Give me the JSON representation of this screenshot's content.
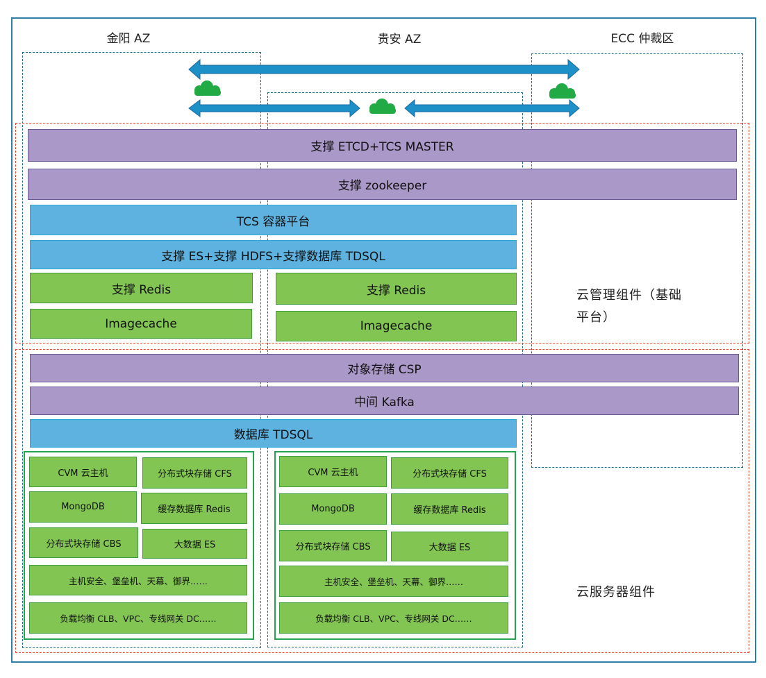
{
  "zones": {
    "jinyang": "金阳 AZ",
    "guian": "贵安 AZ",
    "ecc": "ECC 仲裁区"
  },
  "sections": {
    "platform": "云管理组件（基础平台）",
    "platform_line1": "云管理组件（基础",
    "platform_line2": "平台）",
    "server": "云服务器组件"
  },
  "platform_bars": {
    "etcd": "支撑 ETCD+TCS MASTER",
    "zookeeper": "支撑 zookeeper",
    "tcs": "TCS 容器平台",
    "es_hdfs": "支撑 ES+支撑 HDFS+支撑数据库 TDSQL",
    "redis_left": "支撑 Redis",
    "redis_right": "支撑 Redis",
    "imagecache_left": "Imagecache",
    "imagecache_right": "Imagecache"
  },
  "server_bars": {
    "csp": "对象存储 CSP",
    "kafka": "中间 Kafka",
    "tdsql": "数据库 TDSQL"
  },
  "tiles_left": {
    "cvm": "CVM 云主机",
    "cfs": "分布式块存储 CFS",
    "mongodb": "MongoDB",
    "redis": "缓存数据库 Redis",
    "cbs": "分布式块存储 CBS",
    "es": "大数据 ES",
    "security": "主机安全、堡垒机、天幕、御界……",
    "network": "负载均衡 CLB、VPC、专线网关 DC……"
  },
  "tiles_right": {
    "cvm": "CVM 云主机",
    "cfs": "分布式块存储 CFS",
    "mongodb": "MongoDB",
    "redis": "缓存数据库 Redis",
    "cbs": "分布式块存储 CBS",
    "es": "大数据 ES",
    "security": "主机安全、堡垒机、天幕、御界……",
    "network": "负载均衡 CLB、VPC、专线网关 DC……"
  },
  "icons": {
    "cloud": "cloud-icon",
    "arrow": "double-arrow-icon"
  },
  "colors": {
    "frame": "#2f7ea6",
    "purple": "#aa98c8",
    "blue": "#5eb2e0",
    "green": "#82c552",
    "red_dash": "#e8492c",
    "arrow": "#1e90c8",
    "cloud": "#22aa44"
  }
}
